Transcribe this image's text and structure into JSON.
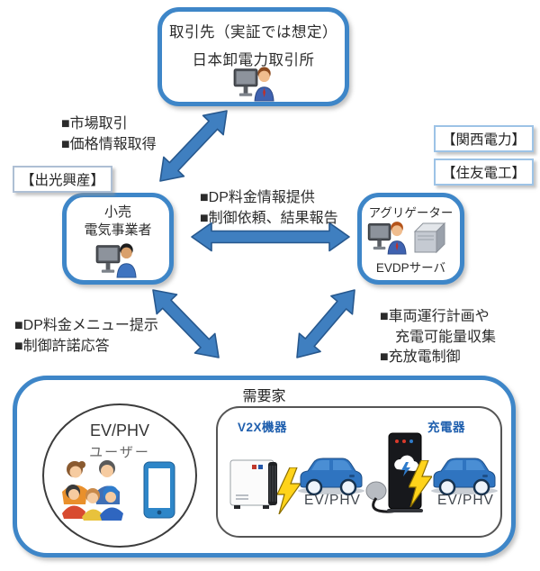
{
  "top_box": {
    "line1": "取引先（実証では想定）",
    "line2": "日本卸電力取引所"
  },
  "retailer_box": {
    "line1": "小売",
    "line2": "電気事業者"
  },
  "aggregator_box": {
    "title": "アグリゲーター",
    "server_label": "EVDPサーバ"
  },
  "side_labels": {
    "idemitsu": "【出光興産】",
    "kansai": "【関西電力】",
    "sumitomo": "【住友電工】"
  },
  "flow_labels": {
    "market": {
      "item1": "■市場取引",
      "item2": "■価格情報取得"
    },
    "dp_info": {
      "item1": "■DP料金情報提供",
      "item2": "■制御依頼、結果報告"
    },
    "dp_menu": {
      "item1": "■DP料金メニュー提示",
      "item2": "■制御許諾応答"
    },
    "vehicle": {
      "item1": "■車両運行計画や",
      "item2": "充電可能量収集",
      "item3": "■充放電制御"
    }
  },
  "consumer": {
    "title": "需要家",
    "user_line1": "EV/PHV",
    "user_line2": "ユーザー",
    "v2x_label": "V2X機器",
    "charger_label": "充電器",
    "ev_label_left": "EV/PHV",
    "ev_label_right": "EV/PHV"
  },
  "colors": {
    "box_border_blue": "#3e86c8",
    "arrow_fill": "#3f7fc0",
    "arrow_edge": "#27588e",
    "accent_label_blue": "#1f5fae",
    "tag_border_blue": "#9dc3e6",
    "lightning_yellow": "#ffd31a",
    "car_blue": "#2f74c0"
  }
}
